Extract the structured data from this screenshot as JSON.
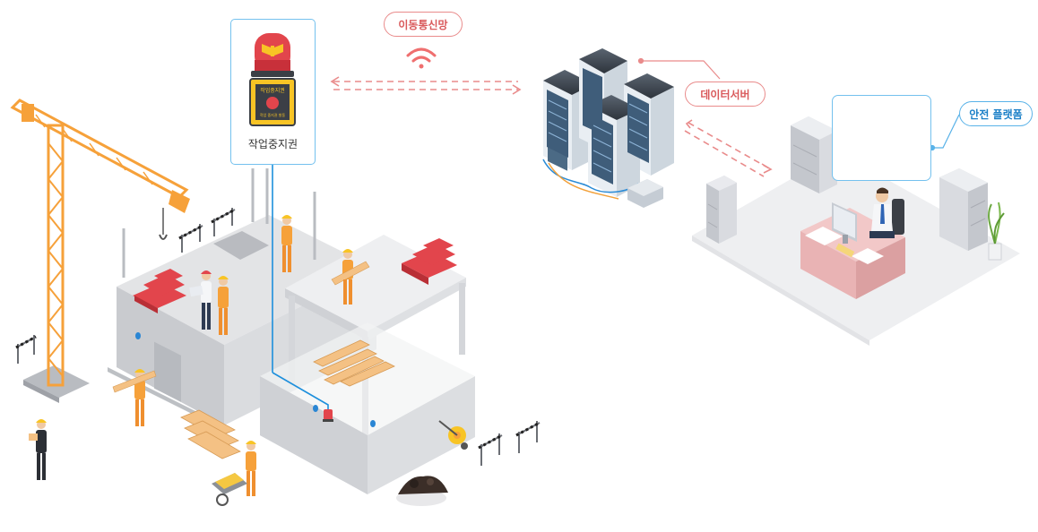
{
  "labels": {
    "mobile_network": "이동통신망",
    "data_server": "데이터서버",
    "safety_platform": "안전 플랫폼",
    "work_stop": "작업중지권"
  },
  "device": {
    "button_panel_text": "작업중지권",
    "button_panel_sub": "작업 중지권 발동"
  },
  "monitor": {
    "screen_title": "Platform"
  },
  "colors": {
    "accent_red": "#e98b8b",
    "accent_blue": "#59b2e8",
    "crane_orange": "#f6a13a",
    "brick_red": "#e2454c",
    "wire_blue": "#1d8fdc"
  }
}
